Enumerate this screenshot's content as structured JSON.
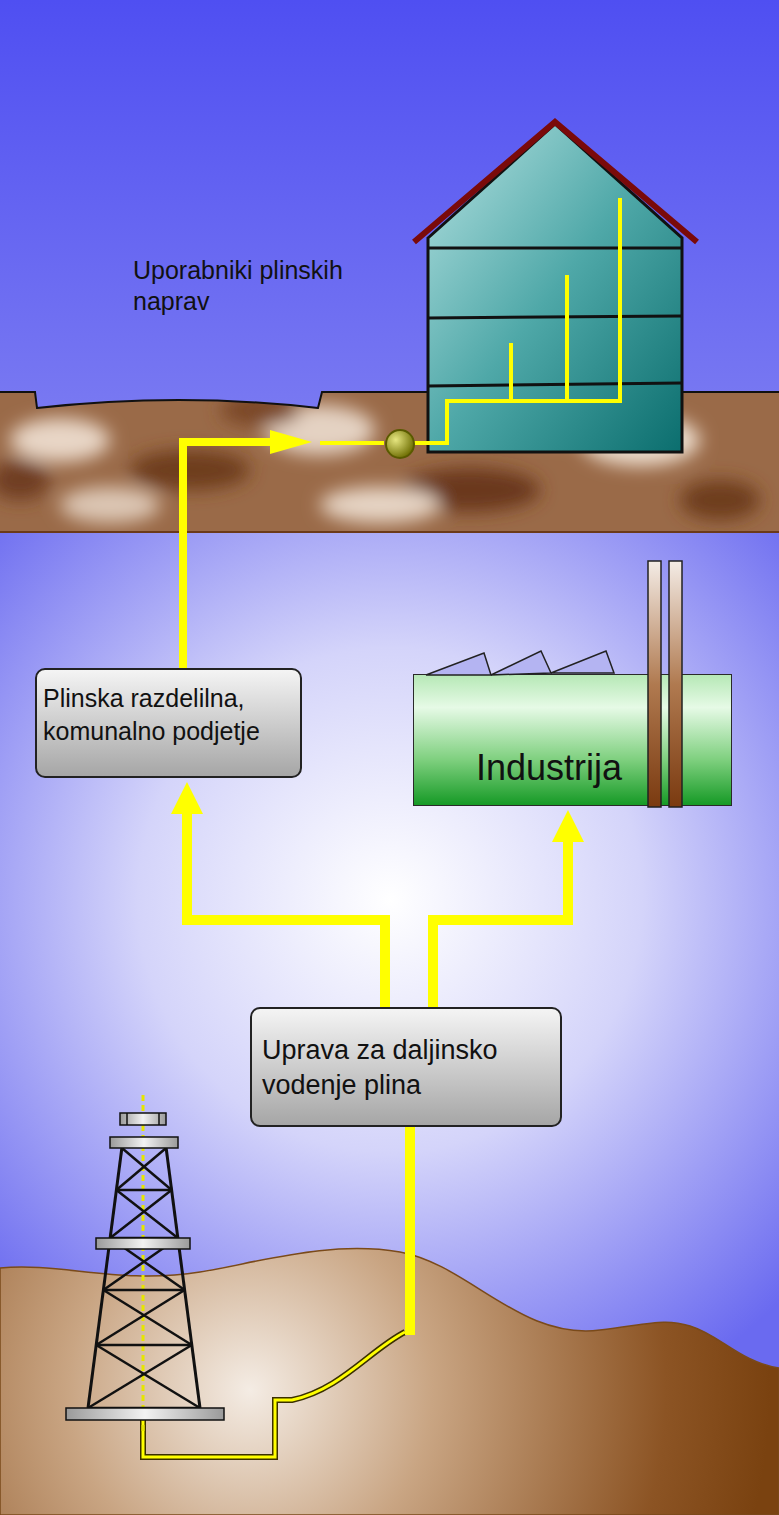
{
  "diagram": {
    "nodes": [
      {
        "text": [
          "Plinska razdelilna, komunalno podjetje"
        ]
      },
      {
        "text": [
          "Industrija"
        ]
      },
      {
        "text": [
          "Uprava za daljinsko vodenje plina"
        ]
      }
    ],
    "edges": [
      {
        "from": 2,
        "to": 0,
        "arrow": "to"
      },
      {
        "from": 2,
        "to": 1,
        "arrow": "to"
      }
    ],
    "labels": [
      "Uporabniki plinskih naprav"
    ]
  }
}
